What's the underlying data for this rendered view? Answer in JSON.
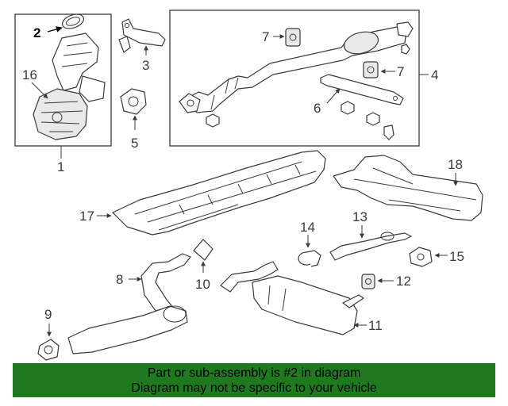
{
  "callouts": {
    "c1": "1",
    "c2": "2",
    "c3": "3",
    "c4": "4",
    "c5": "5",
    "c6": "6",
    "c7a": "7",
    "c7b": "7",
    "c8": "8",
    "c9": "9",
    "c10": "10",
    "c11": "11",
    "c12": "12",
    "c13": "13",
    "c14": "14",
    "c15": "15",
    "c16": "16",
    "c17": "17",
    "c18": "18"
  },
  "banner": {
    "line1": "Part or sub-assembly is #2 in diagram",
    "line2": "Diagram may not be specific to your vehicle"
  },
  "colors": {
    "banner_bg": "#1f7a1f",
    "line": "#3a3a3a",
    "highlight_callout": "#000000"
  },
  "highlighted_part": "2"
}
